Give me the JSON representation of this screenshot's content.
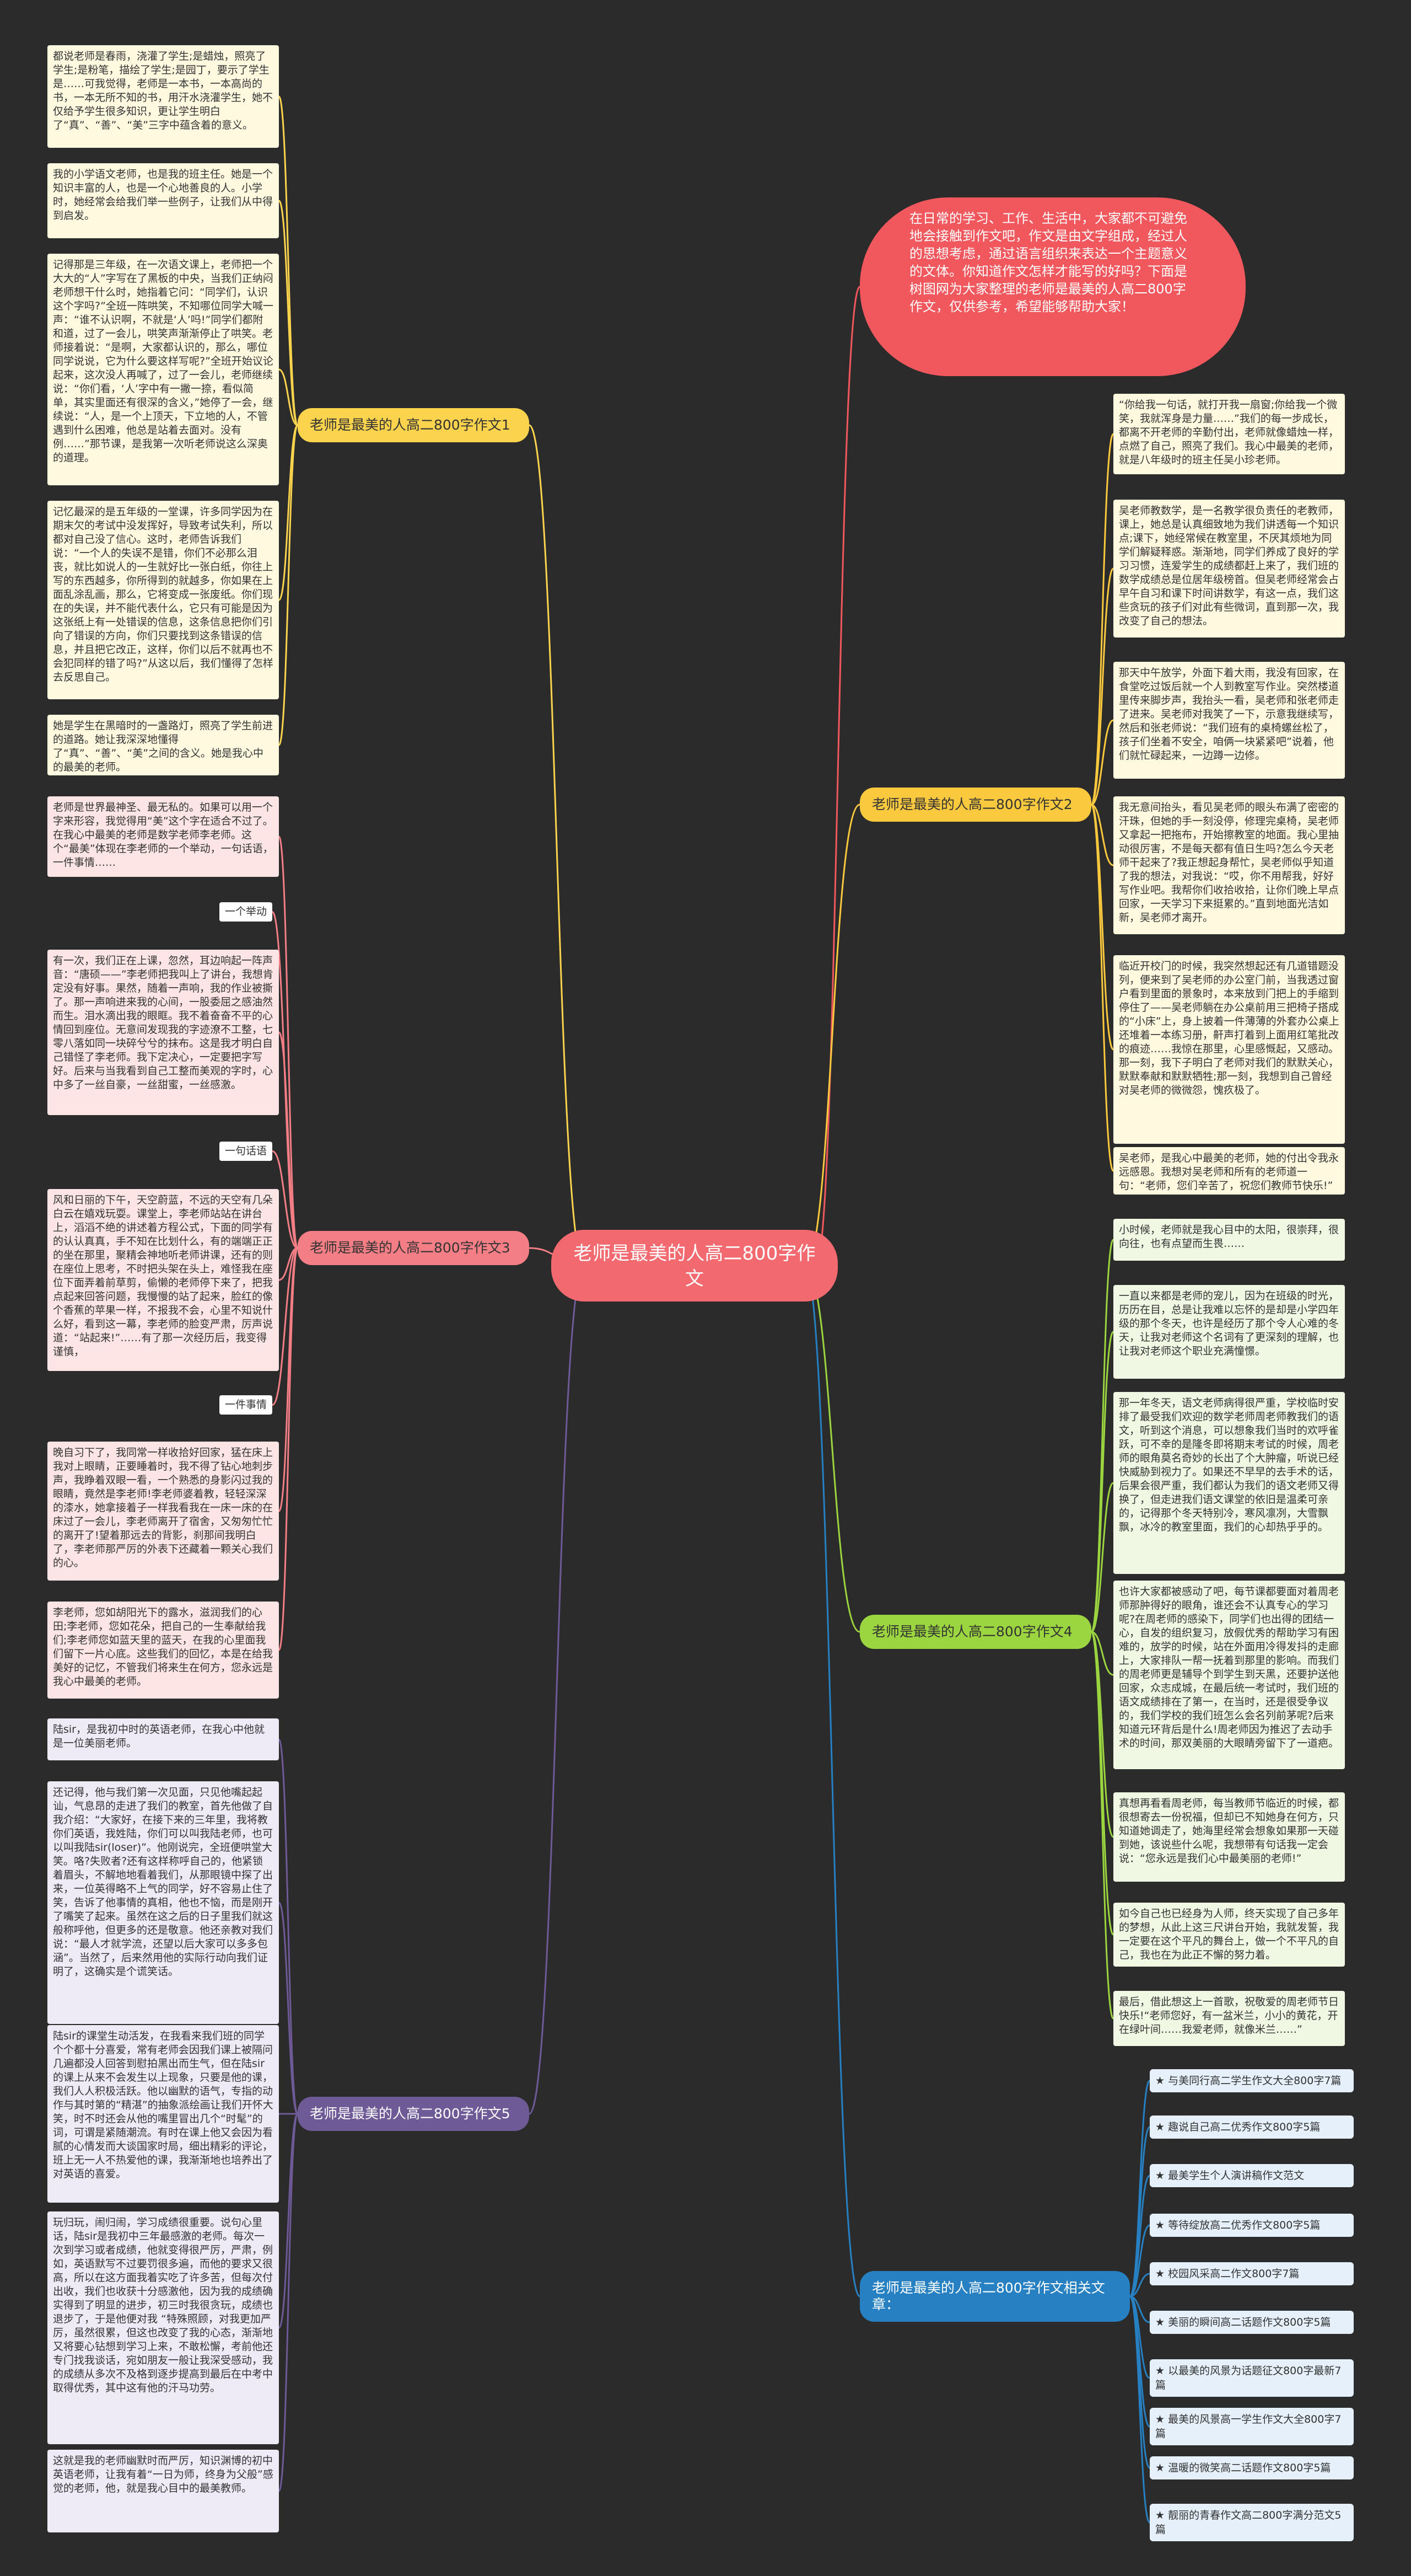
{
  "central_topic": "老师是最美的人高二800字作文",
  "intro": "在日常的学习、工作、生活中，大家都不可避免地会接触到作文吧，作文是由文字组成，经过人的思想考虑，通过语言组织来表达一个主题意义的文体。你知道作文怎样才能写的好吗？下面是树图网为大家整理的老师是最美的人高二800字作文，仅供参考，希望能够帮助大家！",
  "branches": [
    {
      "label": "老师是最美的人高二800字作文1",
      "items": [
        "都说老师是春雨，浇灌了学生;是蜡烛，照亮了学生;是粉笔，描绘了学生;是园丁，要示了学生是……可我觉得，老师是一本书，一本高尚的书，一本无所不知的书，用汗水浇灌学生，她不仅给予学生很多知识，更让学生明白了“真”、“善”、“美”三字中蕴含着的意义。",
        "我的小学语文老师，也是我的班主任。她是一个知识丰富的人，也是一个心地善良的人。小学时，她经常会给我们举一些例子，让我们从中得到启发。",
        "记得那是三年级，在一次语文课上，老师把一个大大的“人”字写在了黑板的中央，当我们正纳闷老师想干什么时，她指着它问：“同学们，认识这个字吗?”全班一阵哄笑，不知哪位同学大喊一声：“谁不认识啊，不就是‘人’吗!”同学们都附和道，过了一会儿，哄笑声渐渐停止了哄笑。老师接着说：“是啊，大家都认识的，那么，哪位同学说说，它为什么要这样写呢?”全班开始议论起来，这次没人再喊了，过了一会儿，老师继续说：“你们看，‘人’字中有一撇一捺，看似简单，其实里面还有很深的含义，”她停了一会，继续说：“人，是一个上顶天，下立地的人，不管遇到什么困难，他总是站着去面对。没有例……”那节课，是我第一次听老师说这么深奥的道理。",
        "记忆最深的是五年级的一堂课，许多同学因为在期末欠的考试中没发挥好，导致考试失利，所以都对自己没了信心。这时，老师告诉我们说：“一个人的失误不是错，你们不必那么泪丧，就比如说人的一生就好比一张白纸，你往上写的东西越多，你所得到的就越多，你如果在上面乱涂乱画，那么，它将变成一张废纸。你们现在的失误，并不能代表什么，它只有可能是因为这张纸上有一处错误的信息，这条信息把你们引向了错误的方向，你们只要找到这条错误的信息，并且把它改正，这样，你们以后不就再也不会犯同样的错了吗?”从这以后，我们懂得了怎样去反思自己。",
        "她是学生在黑暗时的一盏路灯，照亮了学生前进的道路。她让我深深地懂得了“真”、“善”、“美”之间的含义。她是我心中的最美的老师。"
      ]
    },
    {
      "label": "老师是最美的人高二800字作文2",
      "items": [
        "“你给我一句话，就打开我一扇窗;你给我一个微笑，我就浑身是力量……”我们的每一步成长，都离不开老师的辛勤付出，老师就像蜡烛一样，点燃了自己，照亮了我们。我心中最美的老师，就是八年级时的班主任吴小珍老师。",
        "吴老师教数学，是一名教学很负责任的老教师，课上，她总是认真细致地为我们讲透每一个知识点;课下，她经常候在教室里，不厌其烦地为同学们解疑释惑。渐渐地，同学们养成了良好的学习习惯，连爱学生的成绩都赶上来了，我们班的数学成绩总是位居年级榜首。但吴老师经常会占早午自习和课下时间讲数学，有这一点，我们这些贪玩的孩子们对此有些微词，直到那一次，我改变了自己的想法。",
        "那天中午放学，外面下着大雨，我没有回家，在食堂吃过饭后就一个人到教室写作业。突然楼道里传来脚步声，我抬头一看，吴老师和张老师走了进来。吴老师对我笑了一下，示意我继续写，然后和张老师说：“我们班有的桌椅螺丝松了，孩子们坐着不安全，咱俩一块紧紧吧”说着，他们就忙碌起来，一边蹲一边修。",
        "我无意间抬头，看见吴老师的眼头布满了密密的汗珠，但她的手一刻没停，修理完桌椅，吴老师又拿起一把拖布，开始擦教室的地面。我心里抽动很厉害，不是每天都有值日生吗?怎么今天老师干起来了?我正想起身帮忙，吴老师似乎知道了我的想法，对我说：“哎，你不用帮我，好好写作业吧。我帮你们收拾收拾，让你们晚上早点回家，一天学习下来挺累的。”直到地面光洁如新，吴老师才离开。",
        "临近开校门的时候，我突然想起还有几道错题没列，便来到了吴老师的办公室门前，当我透过窗户看到里面的景象时，本来放到门把上的手缩到停住了——吴老师躺在办公桌前用三把椅子搭成的“小床”上，身上披着一件薄薄的外套办公桌上还堆着一本练习册，鼾声打着到上面用红笔批改的痕迹……我惊在那里，心里感慨起，又感动。那一刻，我下子明白了老师对我们的默默关心，默默奉献和默默牺牲;那一刻，我想到自己曾经对吴老师的微微怨，愧疚极了。",
        "吴老师，是我心中最美的老师，她的付出令我永远感恩。我想对吴老师和所有的老师道一句：“老师，您们辛苦了，祝您们教师节快乐!”"
      ]
    },
    {
      "label": "老师是最美的人高二800字作文3",
      "items": [
        "老师是世界最神圣、最无私的。如果可以用一个字来形容，我觉得用“美”这个字在适合不过了。在我心中最美的老师是数学老师李老师。这个“最美”体现在李老师的一个举动，一句话语，一件事情……",
        "一个举动",
        "有一次，我们正在上课，忽然，耳边响起一阵声音：“唐硕——”李老师把我叫上了讲台，我想肯定没有好事。果然，随着一声响，我的作业被撕了。那一声响进来我的心间，一股委屈之感油然而生。泪水滴出我的眼眶。我不着奋奋不平的心情回到座位。无意间发现我的字迹潦不工整，七零八落如同一块碎兮兮的抹布。这是我才明白自己错怪了李老师。我下定决心，一定要把字写好。后来与当我看到自己工整而美观的字时，心中多了一丝自豪，一丝甜蜜，一丝感激。",
        "一句话语",
        "风和日丽的下午，天空蔚蓝，不远的天空有几朵白云在嬉戏玩耍。课堂上，李老师站站在讲台上，滔滔不绝的讲述着方程公式，下面的同学有的认认真真，手不知在比划什么，有的端端正正的坐在那里，聚精会神地听老师讲课，还有的则在座位上思考，不时把头架在头上，难怪我在座位下面弄着前草剪，偷懒的老师停下来了，把我点起来回答问题，我慢慢的站了起来，脸红的像个香蕉的苹果一样，不报我不会，心里不知说什么好，看到这一幕，李老师的脸变严肃，厉声说道：“站起来!”……有了那一次经历后，我变得谨慎，",
        "一件事情",
        "晚自习下了，我同常一样收拾好回家，猛在床上我对上眼睛，正要睡着时，我不得了钻心地刺步声，我睁着双眼一看，一个熟悉的身影闪过我的眼睛，竟然是李老师!李老师婆着教，轻轻深深的漆水，她拿接着子一样我看我在一床一床的在床过了一会儿，李老师离开了宿舍，又匆匆忙忙的离开了!望着那远去的背影，刹那间我明白了，李老师那严厉的外表下还藏着一颗关心我们的心。",
        "李老师，您如胡阳光下的露水，滋润我们的心田;李老师，您如花朵，把自己的一生奉献给我们;李老师您如蓝天里的蓝天，在我的心里面我们留下一片心底。这些我们的回忆，本是在给我美好的记忆，不管我们将来生在何方，您永远是我心中最美的老师。"
      ]
    },
    {
      "label": "老师是最美的人高二800字作文4",
      "items": [
        "小时候，老师就是我心目中的太阳，很崇拜，很向往，也有点望而生畏……",
        "一直以来都是老师的宠儿，因为在班级的时光，历历在目，总是让我难以忘怀的是却是小学四年级的那个冬天，也许是经历了那个令人心难的冬天，让我对老师这个名词有了更深刻的理解，也让我对老师这个职业充满憧憬。",
        "那一年冬天，语文老师病得很严重，学校临时安排了最受我们欢迎的数学老师周老师教我们的语文，听到这个消息，可以想象我们当时的欢呼雀跃，可不幸的是隆冬即将期末考试的时候，周老师的眼角莫名奇妙的长出了个大肿瘤，听说已经快威胁到视力了。如果还不早早的去手术的话，后果会很严重，我们都认为我们的语文老师又得换了，但走进我们语文课堂的依旧是温柔可亲的，记得那个冬天特别冷，寒风凛冽，大雪飘飘，冰冷的教室里面，我们的心却热乎乎的。",
        "也许大家都被感动了吧，每节课都要面对着周老师那肿得好的眼角，谁还会不认真专心的学习呢?在周老师的感染下，同学们也出得的团结一心，自发的组织复习，放假优秀的帮助学习有困难的，放学的时候，站在外面用冷得发抖的走廊上，大家排队一帮一抚着到那里的影响。而我们的周老师更是辅导个到学生到天黑，还要护送他回家，众志成城，在最后统一考试时，我们班的语文成绩排在了第一，在当时，还是很受争议的，我们学校的我们班怎么会名列前茅呢?后来知道元环背后是什么!周老师因为推迟了去动手术的时间，那双美丽的大眼睛旁留下了一道疤。",
        "真想再看看周老师，每当教师节临近的时候，都很想寄去一份祝福，但却已不知她身在何方，只知道她调走了，她海里经常会想象如果那一天碰到她，该说些什么呢，我想带有句话我一定会说：“您永远是我们心中最美丽的老师!”",
        "如今自己也已经身为人师，终天实现了自己多年的梦想，从此上这三尺讲台开始，我就发誓，我一定要在这个平凡的舞台上，做一个不平凡的自己，我也在为此正不懈的努力着。",
        "最后，借此想这上一首歌，祝敬爱的周老师节日快乐!“老师您好，有一盆米兰，小小的黄花，开在绿叶间……我爱老师，就像米兰……”"
      ]
    },
    {
      "label": "老师是最美的人高二800字作文5",
      "items": [
        "陆sir，是我初中时的英语老师，在我心中他就是一位美丽老师。",
        "还记得，他与我们第一次见面，只见他嘴起起讪，气息昂的走进了我们的教室，首先他做了自我介绍：“大家好，在接下来的三年里，我将教你们英语，我姓陆，你们可以叫我陆老师，也可以叫我陆sir(loser)”。他刚说完，全班便哄堂大笑。咯?失败者?还有这样称呼自己的，他紧锁着眉头，不解地地看着我们，从那眼镜中探了出来，一位英得略不上气的同学，好不容易止住了笑，告诉了他事情的真相，他也不恼，而是刚开了嘴笑了起来。虽然在这之后的日子里我们就这般称呼他，但更多的还是敬意。他还亲教对我们说：“最人才就学流，还望以后大家可以多多包涵”。当然了，后来然用他的实际行动向我们证明了，这确实是个谎笑话。",
        "陆sir的课堂生动活发，在我看来我们班的同学个个都十分喜爱，常有老师会因我们课上被隔问几遍都没人回答到慰拍黑出而生气，但在陆sir的课上从来不会发生以上现象，只要是他的课，我们人人积极活跃。他以幽默的语气，专指的动作与其时第的“精湛”的抽象派绘画让我们开怀大笑，时不时还会从他的嘴里冒出几个“时髦”的词，可谓是紧随潮流。有时在课上他又会因为看腻的心情发而大谈国家时局，细出精彩的评论，班上无一人不热爱他的课，我渐渐地也培养出了对英语的喜爱。",
        "玩归玩，闹归闹，学习成绩很重要。说句心里话，陆sir是我初中三年最感激的老师。每次一次到学习或者成绩，他就变得很严厉，严肃，例如，英语默写不过要罚很多遍，而他的要求又很高，所以在这方面我着实吃了许多苦，但每次付出收，我们也收获十分感激他，因为我的成绩确实得到了明显的进步，初三时我很贪玩，成绩也退步了，于是他便对我 “特殊照顾，对我更加严厉，虽然很累，但这也改变了我的心态，渐渐地又将要心钻想到学习上来，不敢松懈，考前他还专门找我谈话，宛如朋友一般让我深受感动，我的成绩从多次不及格到逐步提高到最后在中考中取得优秀，其中这有他的汗马功劳。",
        "这就是我的老师幽默时而严厉，知识渊博的初中英语老师，让我有着“一日为师，终身为父般”感觉的老师，他，就是我心目中的最美教师。"
      ]
    },
    {
      "label": "老师是最美的人高二800字作文相关文章：",
      "items": [
        "★ 与美同行高二学生作文大全800字7篇",
        "★ 趣说自己高二优秀作文800字5篇",
        "★ 最美学生个人演讲稿作文范文",
        "★ 等待绽放高二优秀作文800字5篇",
        "★ 校园风采高二作文800字7篇",
        "★ 美丽的瞬间高二话题作文800字5篇",
        "★ 以最美的风景为话题征文800字最新7篇",
        "★ 最美的风景高一学生作文大全800字7篇",
        "★ 温暖的微笑高二话题作文800字5篇",
        "★ 靓丽的青春作文高二800字满分范文5篇"
      ]
    }
  ],
  "colors": {
    "background": "#2b2b2b",
    "center": "#f26a6f",
    "intro": "#f1585e",
    "branch1": "#fbd34d",
    "branch2": "#fbc93e",
    "branch3": "#f47e85",
    "branch4": "#9bd53f",
    "branch5": "#6d5a96",
    "branch6": "#2680c2"
  }
}
